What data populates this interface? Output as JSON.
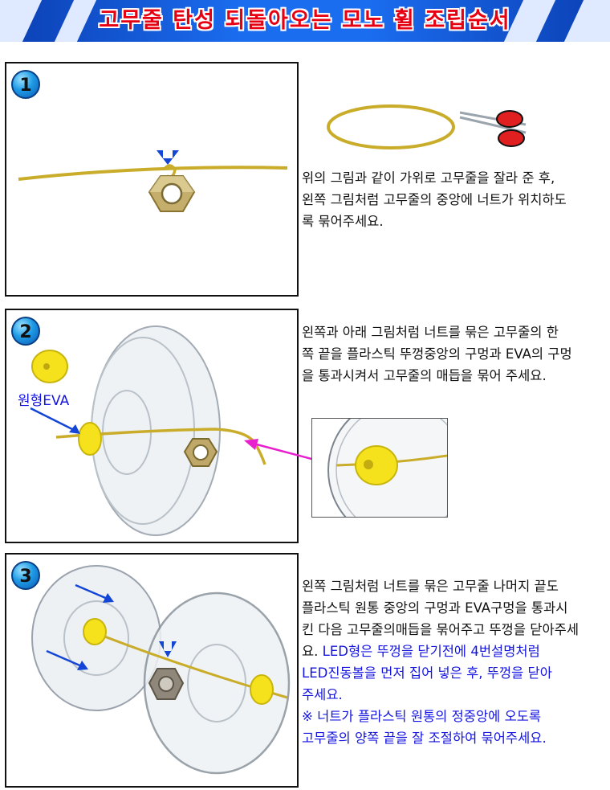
{
  "header": {
    "title": "고무줄 탄성 되돌아오는 모노 휠 조립순서"
  },
  "steps": [
    {
      "number": "1",
      "lines": [
        "위의 그림과 같이 가위로 고무줄을 잘라 준 후,",
        "왼쪽 그림처럼 고무줄의 중앙에 너트가 위치하도",
        "록 묶어주세요."
      ]
    },
    {
      "number": "2",
      "label_eva": "원형EVA",
      "lines": [
        "왼쪽과 아래 그림처럼 너트를 묶은 고무줄의 한",
        "쪽 끝을 플라스틱 뚜껑중앙의 구멍과 EVA의 구멍",
        "을 통과시켜서 고무줄의 매듭을 묶어 주세요."
      ]
    },
    {
      "number": "3",
      "lines": [
        "왼쪽 그림처럼 너트를 묶은 고무줄 나머지 끝도",
        "플라스틱 원통 중앙의 구멍과  EVA구멍을 통과시",
        "킨 다음 고무줄의매듭을 묶어주고 뚜껑을 닫아주세"
      ],
      "line4_black": "요. ",
      "line4_blue": "LED형은 뚜껑을 닫기전에  4번설명처럼",
      "blue_lines": [
        "LED진동볼을 먼저 집어 넣은 후, 뚜껑을 닫아",
        "주세요."
      ],
      "note_lines": [
        "※ 너트가 플라스틱 원통의 정중앙에 오도록",
        "고무줄의 양쪽 끝을 잘 조절하여 묶어주세요."
      ]
    }
  ],
  "colors": {
    "header": "#1b6df0",
    "title": "#e60012",
    "rubber": "#d9c23a",
    "eva": "#f5e21c",
    "arrow_blue": "#1446d6",
    "arrow_magenta": "#e81ecf",
    "note_blue": "#1414e0"
  }
}
